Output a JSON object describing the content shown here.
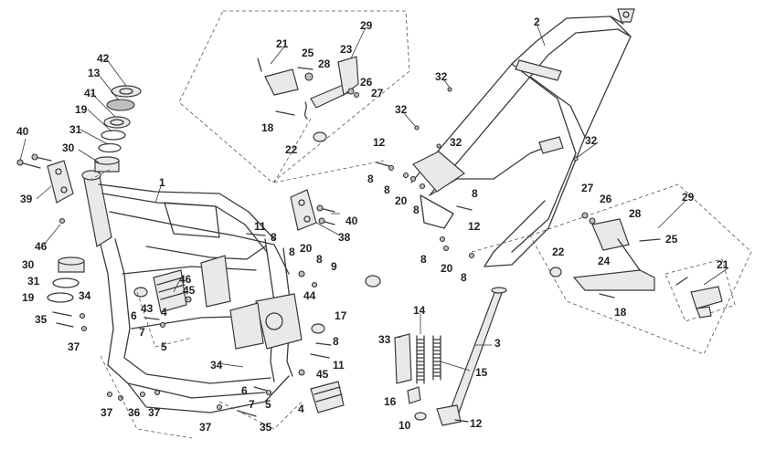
{
  "callouts": {
    "c1": "1",
    "c2": "2",
    "c3": "3",
    "c4": "4",
    "c5": "5",
    "c6": "6",
    "c7": "7",
    "c8": "8",
    "c9": "9",
    "c10": "10",
    "c11": "11",
    "c12": "12",
    "c13": "13",
    "c14": "14",
    "c15": "15",
    "c16": "16",
    "c17": "17",
    "c18": "18",
    "c19": "19",
    "c20": "20",
    "c21": "21",
    "c22": "22",
    "c23": "23",
    "c24": "24",
    "c25": "25",
    "c26": "26",
    "c27": "27",
    "c28": "28",
    "c29": "29",
    "c30": "30",
    "c31": "31",
    "c32": "32",
    "c33": "33",
    "c34": "34",
    "c35": "35",
    "c36": "36",
    "c37": "37",
    "c38": "38",
    "c39": "39",
    "c40": "40",
    "c41": "41",
    "c42": "42",
    "c43": "43",
    "c44": "44",
    "c45": "45",
    "c46": "46"
  }
}
